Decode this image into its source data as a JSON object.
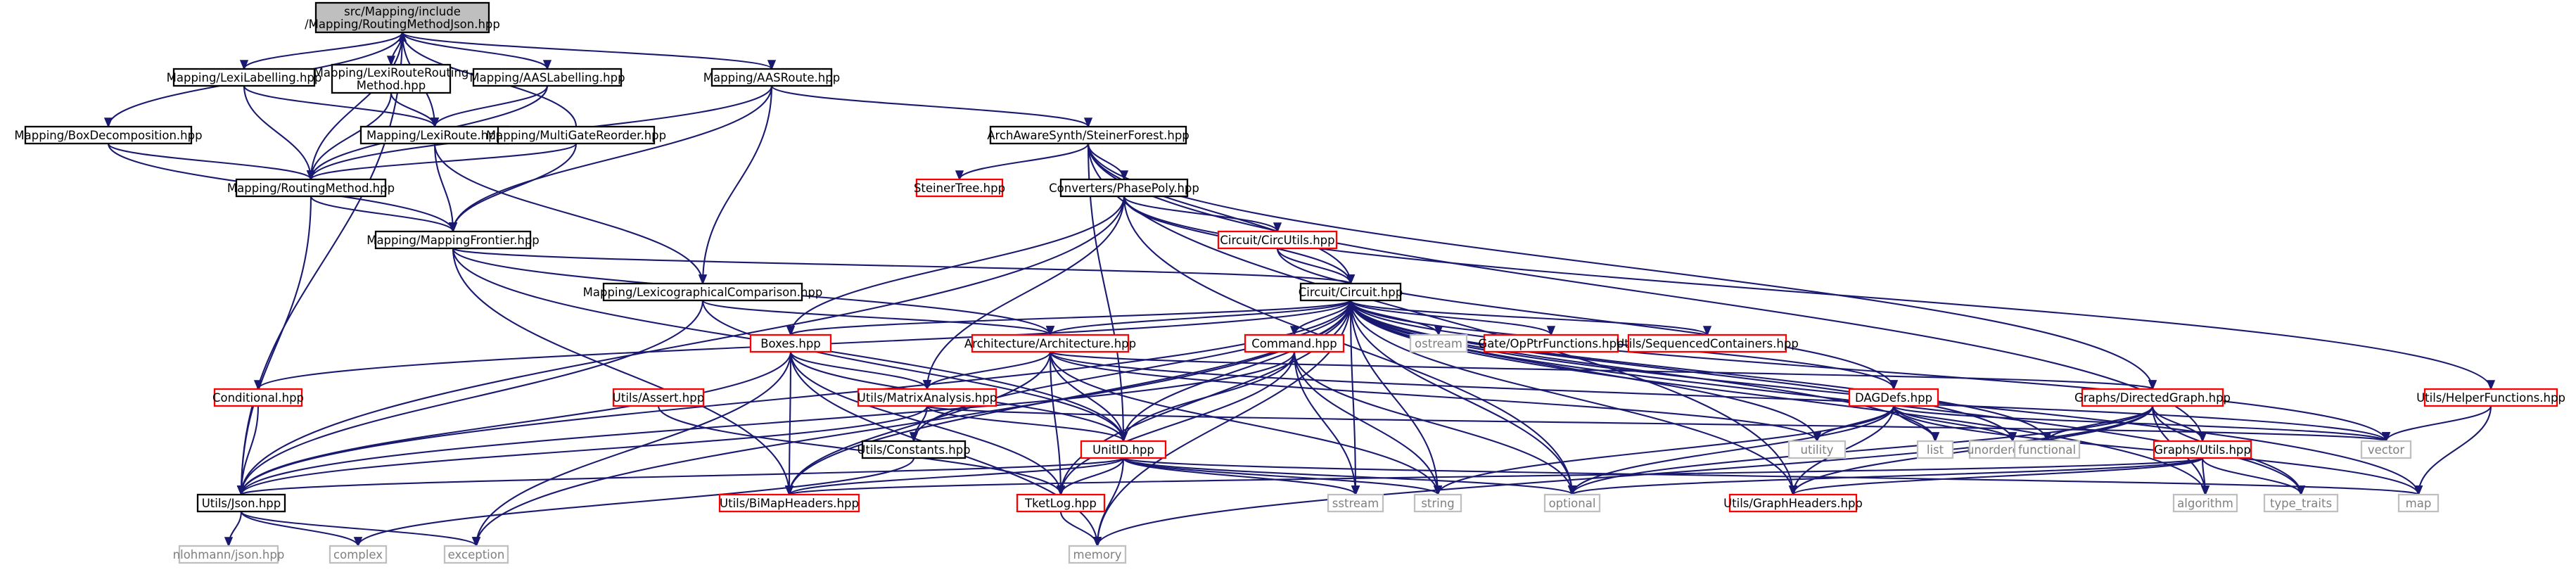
{
  "colors": {
    "edge": "#191970",
    "node_border": "#000000",
    "missing_border": "#ff0000",
    "system_border": "#bfbfbf",
    "system_text": "#7f7f7f",
    "root_fill": "#bfbfbf",
    "text": "#000000"
  },
  "nodes": [
    {
      "id": "root",
      "kind": "root",
      "lines": [
        "src/Mapping/include",
        "/Mapping/RoutingMethodJson.hpp"
      ]
    },
    {
      "id": "lexilab",
      "kind": "normal",
      "lines": [
        "Mapping/LexiLabelling.hpp"
      ]
    },
    {
      "id": "lexirrm",
      "kind": "normal",
      "lines": [
        "Mapping/LexiRouteRouting",
        "Method.hpp"
      ]
    },
    {
      "id": "aaslab",
      "kind": "normal",
      "lines": [
        "Mapping/AASLabelling.hpp"
      ]
    },
    {
      "id": "aasroute",
      "kind": "normal",
      "lines": [
        "Mapping/AASRoute.hpp"
      ]
    },
    {
      "id": "boxdec",
      "kind": "normal",
      "lines": [
        "Mapping/BoxDecomposition.hpp"
      ]
    },
    {
      "id": "lexiroute",
      "kind": "normal",
      "lines": [
        "Mapping/LexiRoute.hpp"
      ]
    },
    {
      "id": "multigate",
      "kind": "normal",
      "lines": [
        "Mapping/MultiGateReorder.hpp"
      ]
    },
    {
      "id": "steinerforest",
      "kind": "normal",
      "lines": [
        "ArchAwareSynth/SteinerForest.hpp"
      ]
    },
    {
      "id": "routingmethod",
      "kind": "normal",
      "lines": [
        "Mapping/RoutingMethod.hpp"
      ]
    },
    {
      "id": "steinertree",
      "kind": "missing",
      "lines": [
        "SteinerTree.hpp"
      ]
    },
    {
      "id": "phasepoly",
      "kind": "normal",
      "lines": [
        "Converters/PhasePoly.hpp"
      ]
    },
    {
      "id": "mappingfrontier",
      "kind": "normal",
      "lines": [
        "Mapping/MappingFrontier.hpp"
      ]
    },
    {
      "id": "circutils",
      "kind": "missing",
      "lines": [
        "Circuit/CircUtils.hpp"
      ]
    },
    {
      "id": "circuit",
      "kind": "normal",
      "lines": [
        "Circuit/Circuit.hpp"
      ]
    },
    {
      "id": "lexicomp",
      "kind": "normal",
      "lines": [
        "Mapping/LexicographicalComparison.hpp"
      ]
    },
    {
      "id": "ostream",
      "kind": "system",
      "lines": [
        "ostream"
      ]
    },
    {
      "id": "gateopptr",
      "kind": "missing",
      "lines": [
        "Gate/OpPtrFunctions.hpp"
      ]
    },
    {
      "id": "seqcont",
      "kind": "missing",
      "lines": [
        "Utils/SequencedContainers.hpp"
      ]
    },
    {
      "id": "boxes",
      "kind": "missing",
      "lines": [
        "Boxes.hpp"
      ]
    },
    {
      "id": "architecture",
      "kind": "missing",
      "lines": [
        "Architecture/Architecture.hpp"
      ]
    },
    {
      "id": "command",
      "kind": "missing",
      "lines": [
        "Command.hpp"
      ]
    },
    {
      "id": "conditional",
      "kind": "missing",
      "lines": [
        "Conditional.hpp"
      ]
    },
    {
      "id": "utilsassert",
      "kind": "missing",
      "lines": [
        "Utils/Assert.hpp"
      ]
    },
    {
      "id": "matrixanalysis",
      "kind": "missing",
      "lines": [
        "Utils/MatrixAnalysis.hpp"
      ]
    },
    {
      "id": "dagdefs",
      "kind": "missing",
      "lines": [
        "DAGDefs.hpp"
      ]
    },
    {
      "id": "directedgraph",
      "kind": "missing",
      "lines": [
        "Graphs/DirectedGraph.hpp"
      ]
    },
    {
      "id": "helperfunctions",
      "kind": "missing",
      "lines": [
        "Utils/HelperFunctions.hpp"
      ]
    },
    {
      "id": "constants",
      "kind": "normal",
      "lines": [
        "Utils/Constants.hpp"
      ]
    },
    {
      "id": "unitid",
      "kind": "missing",
      "lines": [
        "UnitID.hpp"
      ]
    },
    {
      "id": "utility",
      "kind": "system",
      "lines": [
        "utility"
      ]
    },
    {
      "id": "list",
      "kind": "system",
      "lines": [
        "list"
      ]
    },
    {
      "id": "unordered_map",
      "kind": "system",
      "lines": [
        "unordered_map"
      ]
    },
    {
      "id": "functional",
      "kind": "system",
      "lines": [
        "functional"
      ]
    },
    {
      "id": "graphsutils",
      "kind": "missing",
      "lines": [
        "Graphs/Utils.hpp"
      ]
    },
    {
      "id": "vector",
      "kind": "system",
      "lines": [
        "vector"
      ]
    },
    {
      "id": "utilsjson",
      "kind": "normal",
      "lines": [
        "Utils/Json.hpp"
      ]
    },
    {
      "id": "bimap",
      "kind": "missing",
      "lines": [
        "Utils/BiMapHeaders.hpp"
      ]
    },
    {
      "id": "tketlog",
      "kind": "missing",
      "lines": [
        "TketLog.hpp"
      ]
    },
    {
      "id": "sstream",
      "kind": "system",
      "lines": [
        "sstream"
      ]
    },
    {
      "id": "string",
      "kind": "system",
      "lines": [
        "string"
      ]
    },
    {
      "id": "optional",
      "kind": "system",
      "lines": [
        "optional"
      ]
    },
    {
      "id": "graphheaders",
      "kind": "missing",
      "lines": [
        "Utils/GraphHeaders.hpp"
      ]
    },
    {
      "id": "algorithm",
      "kind": "system",
      "lines": [
        "algorithm"
      ]
    },
    {
      "id": "type_traits",
      "kind": "system",
      "lines": [
        "type_traits"
      ]
    },
    {
      "id": "map",
      "kind": "system",
      "lines": [
        "map"
      ]
    },
    {
      "id": "nlohmann",
      "kind": "system",
      "lines": [
        "nlohmann/json.hpp"
      ]
    },
    {
      "id": "complex",
      "kind": "system",
      "lines": [
        "complex"
      ]
    },
    {
      "id": "exception",
      "kind": "system",
      "lines": [
        "exception"
      ]
    },
    {
      "id": "memory",
      "kind": "system",
      "lines": [
        "memory"
      ]
    }
  ],
  "edges": [
    [
      "root",
      "lexilab"
    ],
    [
      "root",
      "lexirrm"
    ],
    [
      "root",
      "aaslab"
    ],
    [
      "root",
      "aasroute"
    ],
    [
      "root",
      "boxdec"
    ],
    [
      "root",
      "routingmethod"
    ],
    [
      "root",
      "utilsjson"
    ],
    [
      "lexilab",
      "lexiroute"
    ],
    [
      "lexilab",
      "routingmethod"
    ],
    [
      "lexirrm",
      "lexiroute"
    ],
    [
      "lexirrm",
      "routingmethod"
    ],
    [
      "aaslab",
      "lexiroute"
    ],
    [
      "aaslab",
      "routingmethod"
    ],
    [
      "aasroute",
      "steinerforest"
    ],
    [
      "aasroute",
      "routingmethod"
    ],
    [
      "aasroute",
      "mappingfrontier"
    ],
    [
      "aasroute",
      "lexicomp"
    ],
    [
      "boxdec",
      "routingmethod"
    ],
    [
      "boxdec",
      "mappingfrontier"
    ],
    [
      "lexiroute",
      "root"
    ],
    [
      "lexiroute",
      "mappingfrontier"
    ],
    [
      "lexiroute",
      "lexicomp"
    ],
    [
      "multigate",
      "root"
    ],
    [
      "multigate",
      "routingmethod"
    ],
    [
      "multigate",
      "mappingfrontier"
    ],
    [
      "steinerforest",
      "steinertree"
    ],
    [
      "steinerforest",
      "phasepoly"
    ],
    [
      "steinerforest",
      "circuit"
    ],
    [
      "steinerforest",
      "unitid"
    ],
    [
      "steinerforest",
      "directedgraph"
    ],
    [
      "steinerforest",
      "graphsutils"
    ],
    [
      "steinerforest",
      "graphheaders"
    ],
    [
      "routingmethod",
      "mappingfrontier"
    ],
    [
      "routingmethod",
      "utilsjson"
    ],
    [
      "phasepoly",
      "circutils"
    ],
    [
      "phasepoly",
      "circuit"
    ],
    [
      "phasepoly",
      "boxes"
    ],
    [
      "phasepoly",
      "matrixanalysis"
    ],
    [
      "phasepoly",
      "helperfunctions"
    ],
    [
      "phasepoly",
      "utilsjson"
    ],
    [
      "phasepoly",
      "optional"
    ],
    [
      "mappingfrontier",
      "circuit"
    ],
    [
      "mappingfrontier",
      "architecture"
    ],
    [
      "mappingfrontier",
      "unitid"
    ],
    [
      "mappingfrontier",
      "bimap"
    ],
    [
      "circutils",
      "circuit"
    ],
    [
      "circutils",
      "dagdefs"
    ],
    [
      "circuit",
      "ostream"
    ],
    [
      "circuit",
      "gateopptr"
    ],
    [
      "circuit",
      "seqcont"
    ],
    [
      "circuit",
      "boxes"
    ],
    [
      "circuit",
      "architecture"
    ],
    [
      "circuit",
      "command"
    ],
    [
      "circuit",
      "conditional"
    ],
    [
      "circuit",
      "dagdefs"
    ],
    [
      "circuit",
      "constants"
    ],
    [
      "circuit",
      "unitid"
    ],
    [
      "circuit",
      "utility"
    ],
    [
      "circuit",
      "list"
    ],
    [
      "circuit",
      "unordered_map"
    ],
    [
      "circuit",
      "functional"
    ],
    [
      "circuit",
      "vector"
    ],
    [
      "circuit",
      "utilsjson"
    ],
    [
      "circuit",
      "tketlog"
    ],
    [
      "circuit",
      "sstream"
    ],
    [
      "circuit",
      "string"
    ],
    [
      "circuit",
      "optional"
    ],
    [
      "circuit",
      "graphheaders"
    ],
    [
      "circuit",
      "algorithm"
    ],
    [
      "circuit",
      "type_traits"
    ],
    [
      "circuit",
      "map"
    ],
    [
      "circuit",
      "memory"
    ],
    [
      "circuit",
      "exception"
    ],
    [
      "circuit",
      "bimap"
    ],
    [
      "lexicomp",
      "architecture"
    ],
    [
      "lexicomp",
      "unitid"
    ],
    [
      "lexicomp",
      "utilsjson"
    ],
    [
      "boxes",
      "matrixanalysis"
    ],
    [
      "boxes",
      "unitid"
    ],
    [
      "boxes",
      "utilsjson"
    ],
    [
      "boxes",
      "bimap"
    ],
    [
      "boxes",
      "tketlog"
    ],
    [
      "boxes",
      "memory"
    ],
    [
      "boxes",
      "exception"
    ],
    [
      "architecture",
      "directedgraph"
    ],
    [
      "architecture",
      "matrixanalysis"
    ],
    [
      "architecture",
      "unitid"
    ],
    [
      "architecture",
      "tketlog"
    ],
    [
      "architecture",
      "bimap"
    ],
    [
      "architecture",
      "vector"
    ],
    [
      "architecture",
      "utility"
    ],
    [
      "architecture",
      "string"
    ],
    [
      "command",
      "unitid"
    ],
    [
      "command",
      "tketlog"
    ],
    [
      "command",
      "string"
    ],
    [
      "command",
      "sstream"
    ],
    [
      "command",
      "utilsjson"
    ],
    [
      "command",
      "optional"
    ],
    [
      "conditional",
      "utilsjson"
    ],
    [
      "utilsassert",
      "tketlog"
    ],
    [
      "matrixanalysis",
      "constants"
    ],
    [
      "matrixanalysis",
      "unitid"
    ],
    [
      "matrixanalysis",
      "utilsjson"
    ],
    [
      "matrixanalysis",
      "vector"
    ],
    [
      "dagdefs",
      "graphheaders"
    ],
    [
      "dagdefs",
      "list"
    ],
    [
      "dagdefs",
      "unordered_map"
    ],
    [
      "dagdefs",
      "utility"
    ],
    [
      "dagdefs",
      "vector"
    ],
    [
      "dagdefs",
      "string"
    ],
    [
      "dagdefs",
      "optional"
    ],
    [
      "dagdefs",
      "map"
    ],
    [
      "directedgraph",
      "graphsutils"
    ],
    [
      "directedgraph",
      "graphheaders"
    ],
    [
      "directedgraph",
      "algorithm"
    ],
    [
      "directedgraph",
      "functional"
    ],
    [
      "directedgraph",
      "optional"
    ],
    [
      "directedgraph",
      "type_traits"
    ],
    [
      "directedgraph",
      "memory"
    ],
    [
      "helperfunctions",
      "vector"
    ],
    [
      "helperfunctions",
      "map"
    ],
    [
      "constants",
      "complex"
    ],
    [
      "unitid",
      "utilsjson"
    ],
    [
      "unitid",
      "bimap"
    ],
    [
      "unitid",
      "tketlog"
    ],
    [
      "unitid",
      "memory"
    ],
    [
      "unitid",
      "sstream"
    ],
    [
      "unitid",
      "string"
    ],
    [
      "unitid",
      "optional"
    ],
    [
      "unitid",
      "map"
    ],
    [
      "graphsutils",
      "graphheaders"
    ],
    [
      "graphsutils",
      "bimap"
    ],
    [
      "graphsutils",
      "algorithm"
    ],
    [
      "graphsutils",
      "type_traits"
    ],
    [
      "graphsutils",
      "optional"
    ],
    [
      "utilsjson",
      "nlohmann"
    ],
    [
      "utilsjson",
      "complex"
    ],
    [
      "utilsjson",
      "exception"
    ],
    [
      "tketlog",
      "memory"
    ]
  ]
}
